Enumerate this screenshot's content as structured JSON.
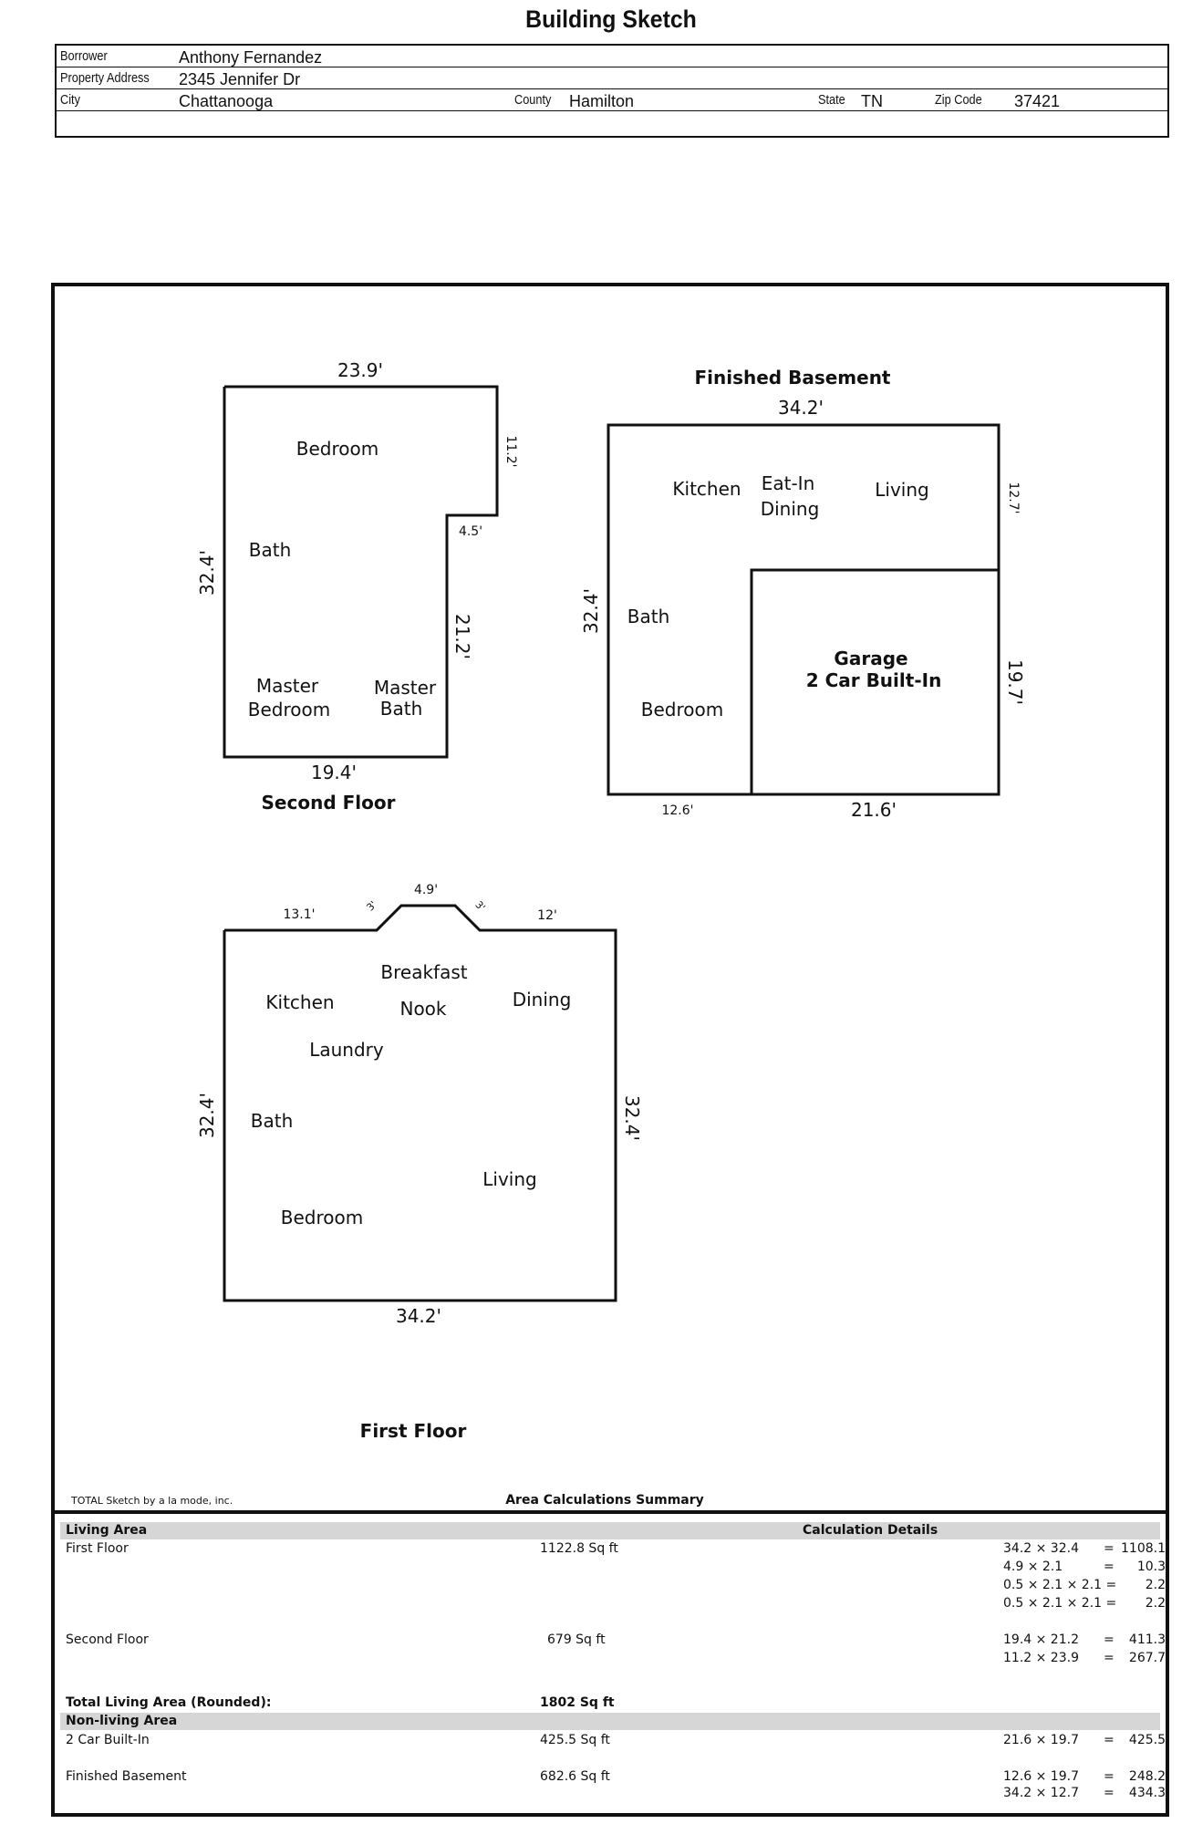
{
  "title": "Building Sketch",
  "header": {
    "borrower_label": "Borrower",
    "borrower": "Anthony Fernandez",
    "address_label": "Property Address",
    "address": "2345 Jennifer Dr",
    "city_label": "City",
    "city": "Chattanooga",
    "county_label": "County",
    "county": "Hamilton",
    "state_label": "State",
    "state": "TN",
    "zip_label": "Zip Code",
    "zip": "37421"
  },
  "second_floor": {
    "caption": "Second Floor",
    "rooms": [
      "Bedroom",
      "Bath",
      "Master",
      "Bedroom",
      "Master",
      "Bath"
    ],
    "dims": [
      "23.9'",
      "11.2'",
      "4.5'",
      "21.2'",
      "32.4'",
      "19.4'"
    ]
  },
  "basement": {
    "caption": "Finished Basement",
    "rooms": [
      "Kitchen",
      "Eat-In",
      "Dining",
      "Living",
      "Bath",
      "Bedroom"
    ],
    "garage": [
      "Garage",
      "2 Car Built-In"
    ],
    "dims": [
      "34.2'",
      "12.7'",
      "32.4'",
      "19.7'",
      "12.6'",
      "21.6'"
    ]
  },
  "first_floor": {
    "caption": "First Floor",
    "rooms": [
      "Breakfast",
      "Nook",
      "Kitchen",
      "Dining",
      "Laundry",
      "Bath",
      "Living",
      "Bedroom"
    ],
    "dims": [
      "13.1'",
      "3'",
      "4.9'",
      "3'",
      "12'",
      "32.4'",
      "32.4'",
      "34.2'"
    ]
  },
  "footer": {
    "credit": "TOTAL Sketch by a la mode, inc.",
    "summary_title": "Area Calculations Summary"
  },
  "summary": {
    "living_label": "Living Area",
    "details_label": "Calculation Details",
    "first_floor": {
      "name": "First Floor",
      "area": "1122.8 Sq ft",
      "calcs": [
        {
          "expr": "34.2 × 32.4",
          "eq": "=",
          "result": "1108.1"
        },
        {
          "expr": "4.9 × 2.1",
          "eq": "=",
          "result": "10.3"
        },
        {
          "expr": "0.5 × 2.1 × 2.1 =",
          "eq": "",
          "result": "2.2"
        },
        {
          "expr": "0.5 × 2.1 × 2.1 =",
          "eq": "",
          "result": "2.2"
        }
      ]
    },
    "second_floor": {
      "name": "Second Floor",
      "area": "679 Sq ft",
      "calcs": [
        {
          "expr": "19.4 × 21.2",
          "eq": "=",
          "result": "411.3"
        },
        {
          "expr": "11.2 × 23.9",
          "eq": "=",
          "result": "267.7"
        }
      ]
    },
    "total_label": "Total Living Area (Rounded):",
    "total": "1802 Sq ft",
    "nonliving_label": "Non-living Area",
    "garage": {
      "name": "2 Car Built-In",
      "area": "425.5 Sq ft",
      "calcs": [
        {
          "expr": "21.6 × 19.7",
          "eq": "=",
          "result": "425.5"
        }
      ]
    },
    "basement": {
      "name": "Finished Basement",
      "area": "682.6 Sq ft",
      "calcs": [
        {
          "expr": "12.6 × 19.7",
          "eq": "=",
          "result": "248.2"
        },
        {
          "expr": "34.2 × 12.7",
          "eq": "=",
          "result": "434.3"
        }
      ]
    }
  }
}
